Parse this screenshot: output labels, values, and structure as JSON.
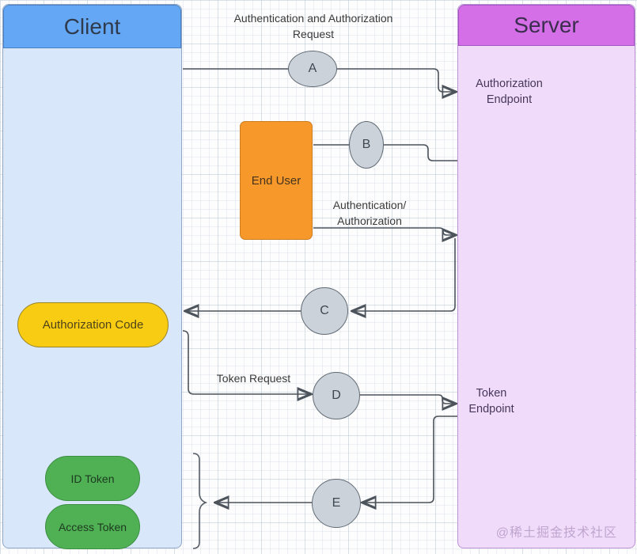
{
  "diagram": {
    "client": {
      "title": "Client",
      "authorization_code_label": "Authorization Code",
      "id_token_label": "ID Token",
      "access_token_label": "Access Token"
    },
    "server": {
      "title": "Server",
      "authorization_endpoint_label": "Authorization\nEndpoint",
      "token_endpoint_label": "Token\nEndpoint"
    },
    "end_user_label": "End User",
    "steps": [
      {
        "label": "A"
      },
      {
        "label": "B"
      },
      {
        "label": "C"
      },
      {
        "label": "D"
      },
      {
        "label": "E"
      }
    ],
    "edge_labels": {
      "auth_request": "Authentication and Authorization\nRequest",
      "auth_authz": "Authentication/\nAuthorization",
      "token_request": "Token Request"
    },
    "watermark": "@稀土掘金技术社区",
    "colors": {
      "client_header": "#64a8f5",
      "client_body": "#d8e7fa",
      "server_header": "#d46fe8",
      "server_body": "#f1dbfa",
      "end_user_fill": "#f7992a",
      "authorization_code_fill": "#f8cc12",
      "token_fill": "#4fb054",
      "step_circle_fill": "#cbd2d9",
      "connector": "#4c535b"
    }
  }
}
